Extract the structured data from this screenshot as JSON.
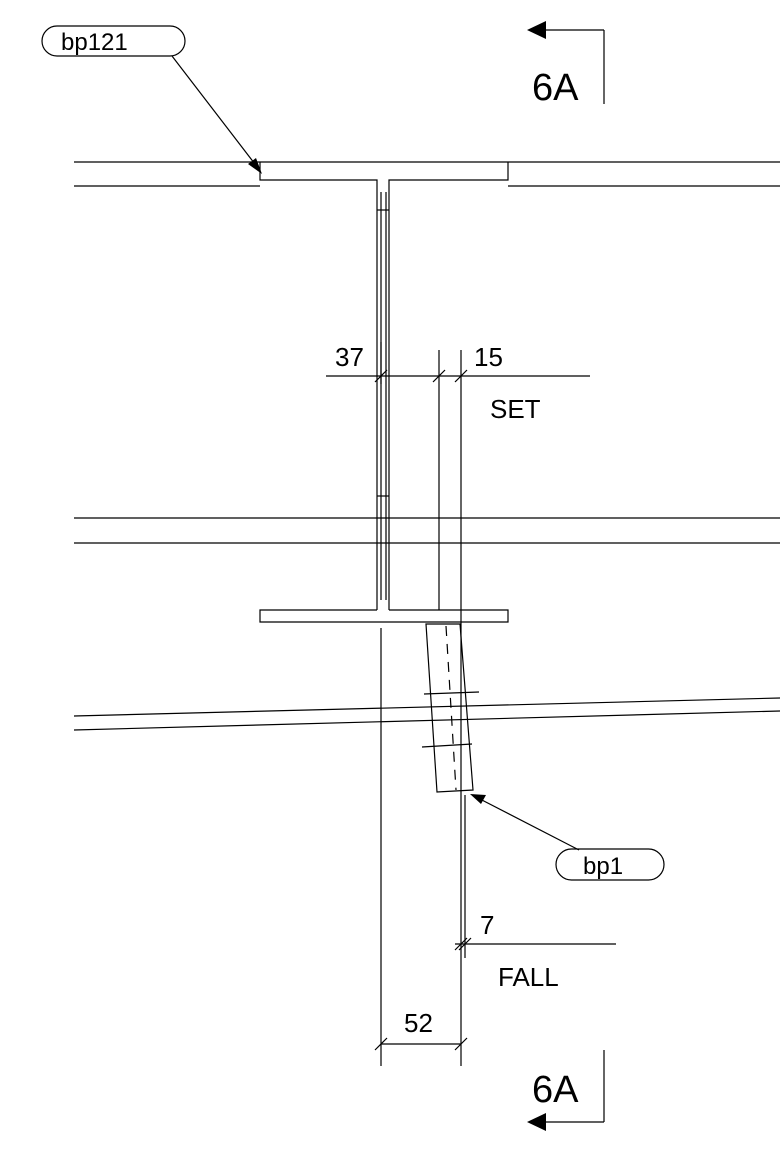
{
  "tags": {
    "top": "bp121",
    "bottom": "bp1"
  },
  "section": {
    "top": "6A",
    "bottom": "6A"
  },
  "dimensions": {
    "gap_left": "37",
    "gap_right": "15",
    "set_label": "SET",
    "fall_value": "7",
    "fall_label": "FALL",
    "width": "52"
  }
}
